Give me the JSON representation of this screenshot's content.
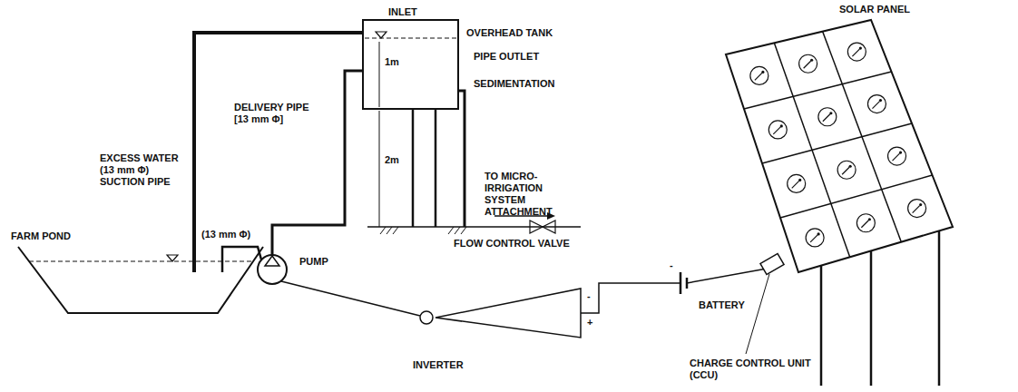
{
  "diagram": {
    "labels": [
      "INLET",
      "OVERHEAD TANK",
      "PIPE OUTLET",
      "1m",
      "2m",
      "SEDIMENTATION",
      "DELIVERY PIPE [13 mm Φ]",
      "EXCESS WATER (13 mm Φ) SUCTION PIPE",
      "TO MICRO-IRRIGATION SYSTEM ATTACHMENT",
      "SOLAR PANEL",
      "(13 mm Φ)",
      "FARM POND",
      "FLOW CONTROL VALVE",
      "PUMP",
      "BATTERY",
      "INVERTER",
      "CHARGE CONTROL UNIT (CCU)",
      "-",
      "+",
      "-"
    ]
  }
}
